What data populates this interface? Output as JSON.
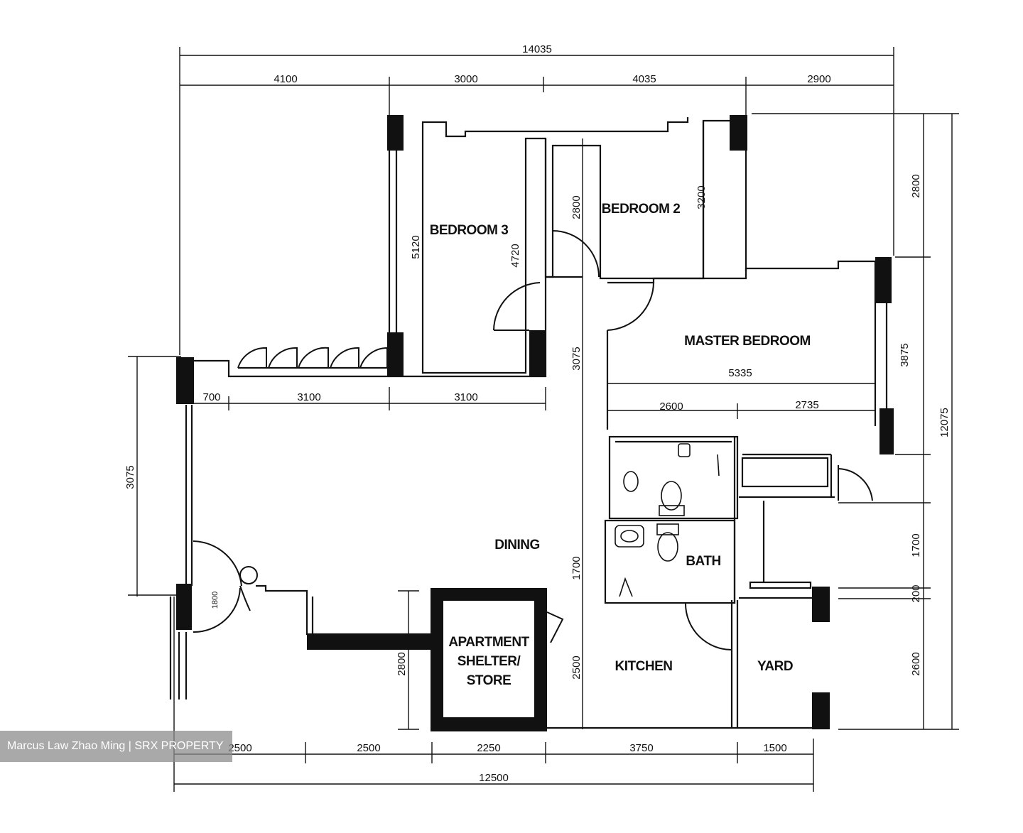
{
  "dimensions": {
    "top_total": "14035",
    "top_segments": [
      "4100",
      "3000",
      "4035",
      "2900"
    ],
    "bottom_total": "12500",
    "bottom_segments": [
      "2500",
      "2500",
      "2250",
      "3750",
      "1500"
    ],
    "right_total": "12075",
    "right_segments": [
      "2800",
      "3875",
      "1700",
      "200",
      "2600"
    ],
    "left_vertical": "3075",
    "living_top": [
      "700",
      "3100",
      "3100"
    ],
    "bedroom3_inner": [
      "5120",
      "4720"
    ],
    "bedroom2_inner": [
      "2800",
      "3200"
    ],
    "master_width": "5335",
    "master_split": [
      "2600",
      "2735"
    ],
    "corridor": [
      "3075",
      "1700",
      "2500"
    ],
    "shelter_height": "2800",
    "door_label": "1800"
  },
  "rooms": {
    "bedroom3": "BEDROOM 3",
    "bedroom2": "BEDROOM 2",
    "master": "MASTER BEDROOM",
    "dining": "DINING",
    "bath": "BATH",
    "kitchen": "KITCHEN",
    "yard": "YARD",
    "shelter_l1": "APARTMENT",
    "shelter_l2": "SHELTER/",
    "shelter_l3": "STORE"
  },
  "watermark": "Marcus Law Zhao Ming | SRX PROPERTY"
}
